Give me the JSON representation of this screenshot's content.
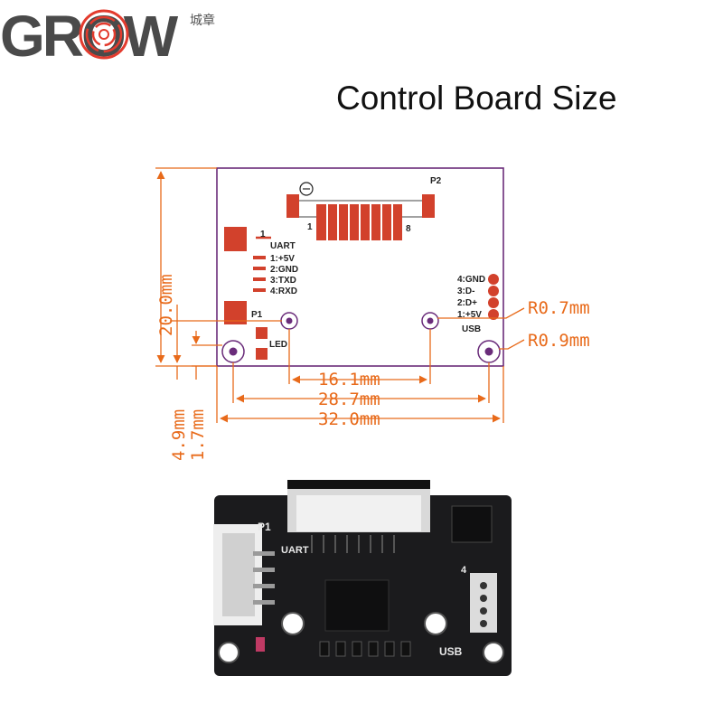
{
  "brand": {
    "name": "GROW",
    "cn": "城章",
    "accent": "#e33b2e"
  },
  "title": "Control Board Size",
  "colors": {
    "dimension": "#e86a1a",
    "outline": "#6a2c7a",
    "pad": "#d2412c"
  },
  "connector_p2": {
    "label": "P2",
    "pin_start": "1",
    "pin_end": "8"
  },
  "uart": {
    "header_label": "P1",
    "pin1_marker": "1",
    "title": "UART",
    "pins": [
      "1:+5V",
      "2:GND",
      "3:TXD",
      "4:RXD"
    ]
  },
  "usb": {
    "title": "USB",
    "pins": [
      "4:GND",
      "3:D-",
      "2:D+",
      "1:+5V"
    ]
  },
  "led": {
    "label": "LED"
  },
  "dimensions": {
    "height": "20.0mm",
    "inner_hole_spacing": "16.1mm",
    "outer_hole_spacing": "28.7mm",
    "width": "32.0mm",
    "hole_offset_1": "4.9mm",
    "hole_offset_2": "1.7mm",
    "radius_small": "R0.7mm",
    "radius_large": "R0.9mm"
  },
  "photo": {
    "p1": "P1",
    "uart": "UART",
    "usb": "USB",
    "pin_number": "4"
  }
}
